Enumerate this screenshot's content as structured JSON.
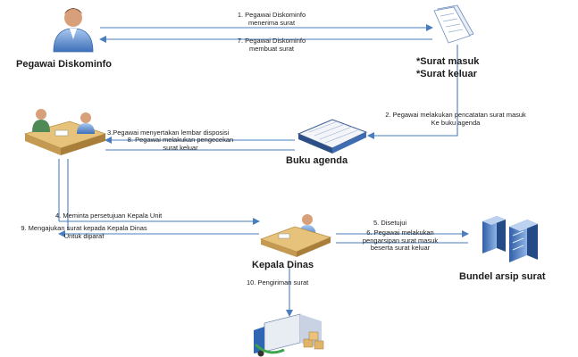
{
  "actors": {
    "pegawai": "Pegawai Diskominfo",
    "buku": "Buku agenda",
    "kepala": "Kepala Dinas",
    "arsip": "Bundel arsip surat"
  },
  "documents": {
    "line1": "*Surat masuk",
    "line2": "*Surat keluar"
  },
  "steps": {
    "s1a": "1. Pegawai Diskominfo",
    "s1b": "menerima surat",
    "s7a": "7. Pegawai Diskominfo",
    "s7b": "membuat  surat",
    "s2a": "2. Pegawai melakukan pencatatan surat masuk",
    "s2b": "Ke buku agenda",
    "s3": "3.Pegawai menyertakan lembar disposisi",
    "s8a": "8. Pegawai melakukan pengecekan",
    "s8b": "surat keluar",
    "s4": "4. Meminta persetujuan Kepala Unit",
    "s9a": "9. Mengajukan surat kepada Kepala Dinas",
    "s9b": "Untuk diparaf",
    "s5": "5. Disetujui",
    "s6a": "6. Pegawai melakukan",
    "s6b": "pengarsipan surat masuk",
    "s6c": "beserta surat keluar",
    "s10": "10. Pengiriman surat"
  },
  "colors": {
    "connector": "#4a7dbf",
    "node_blue": "#5b8fd6",
    "label_text": "#1c1c1c"
  },
  "icons": [
    "person-icon",
    "document-icon",
    "meeting-desk-icon",
    "ledger-book-icon",
    "desk-worker-icon",
    "server-stack-icon",
    "delivery-truck-icon"
  ]
}
